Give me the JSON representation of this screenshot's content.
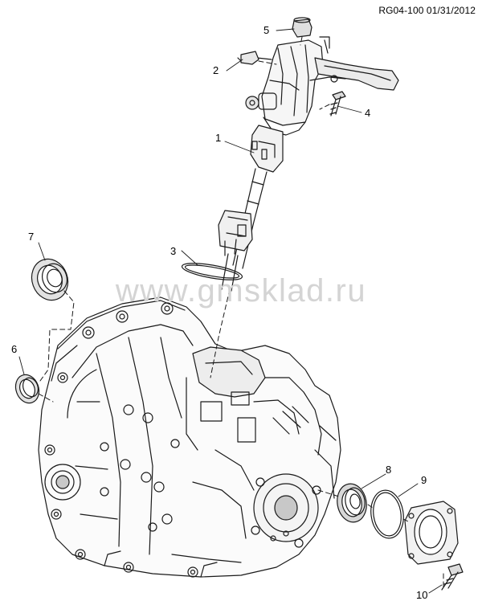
{
  "reference_code": "RG04-100 01/31/2012",
  "watermark": "www.gmsklad.ru",
  "callouts": [
    {
      "number": "1",
      "part": "shift-control-assembly"
    },
    {
      "number": "2",
      "part": "retaining-clip"
    },
    {
      "number": "3",
      "part": "seal-ring"
    },
    {
      "number": "4",
      "part": "bolt"
    },
    {
      "number": "5",
      "part": "cap"
    },
    {
      "number": "6",
      "part": "oil-seal"
    },
    {
      "number": "7",
      "part": "oil-seal"
    },
    {
      "number": "8",
      "part": "oil-seal"
    },
    {
      "number": "9",
      "part": "o-ring"
    },
    {
      "number": "10",
      "part": "bolt"
    }
  ],
  "colors": {
    "line": "#1a1a1a",
    "shade": "#c8c8c8",
    "watermark": "#d4d4d4"
  }
}
